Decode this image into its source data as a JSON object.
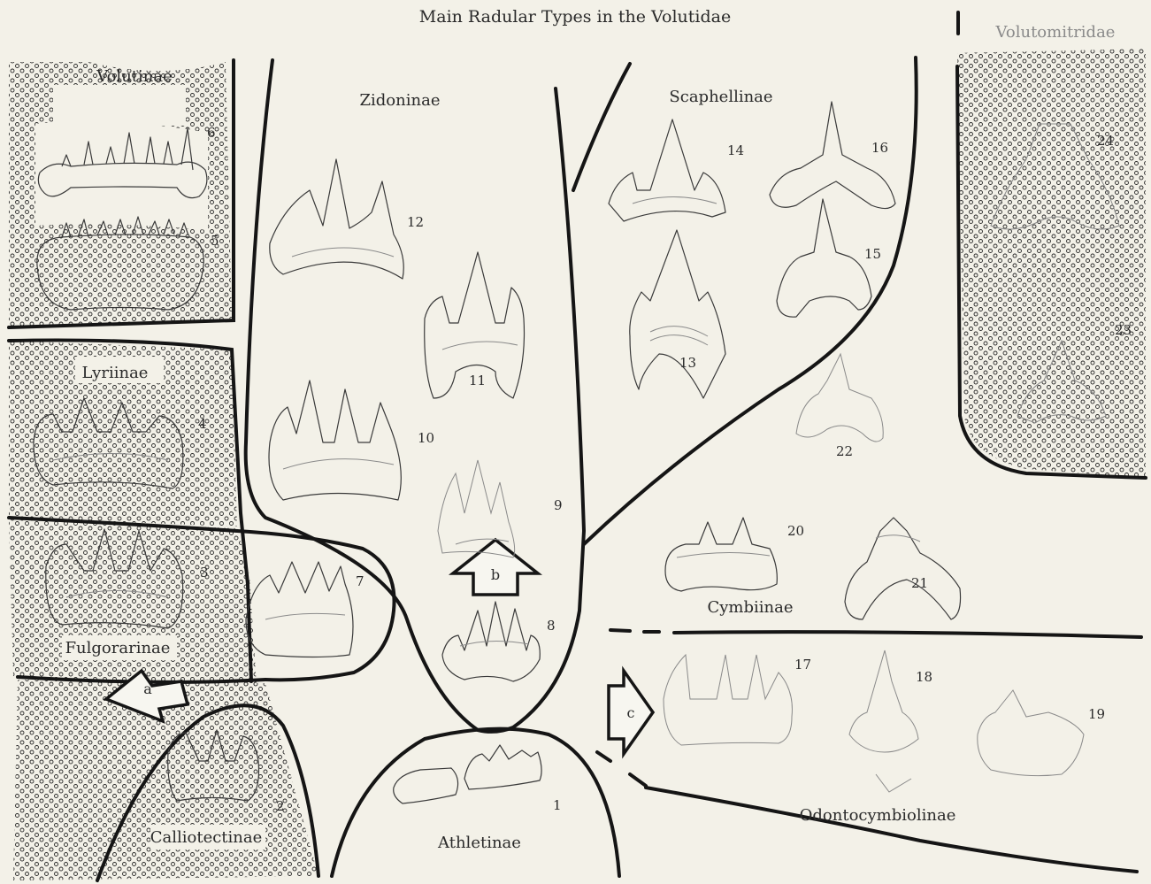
{
  "title": "Main Radular Types in the Volutidae",
  "subfamilies": {
    "volutinae": "Volutinae",
    "lyriinae": "Lyriinae",
    "fulgorarinae": "Fulgorarinae",
    "calliotectinae": "Calliotectinae",
    "athletinae": "Athletinae",
    "zidoninae": "Zidoninae",
    "scaphellinae": "Scaphellinae",
    "cymbiinae": "Cymbiinae",
    "odontocymbiolinae": "Odontocymbiolinae",
    "volutomitridae": "Volutomitridae"
  },
  "figure_numbers": {
    "n1": "1",
    "n2": "2",
    "n3": "3",
    "n4": "4",
    "n5": "5",
    "n6": "6",
    "n7": "7",
    "n8": "8",
    "n9": "9",
    "n10": "10",
    "n11": "11",
    "n12": "12",
    "n13": "13",
    "n14": "14",
    "n15": "15",
    "n16": "16",
    "n17": "17",
    "n18": "18",
    "n19": "19",
    "n20": "20",
    "n21": "21",
    "n22": "22",
    "n23": "23",
    "n24": "24"
  },
  "arrows": {
    "a": "a",
    "b": "b",
    "c": "c"
  },
  "colors": {
    "background": "#f3f1e8",
    "line": "#151515",
    "stipple": "#2a2a2a"
  }
}
